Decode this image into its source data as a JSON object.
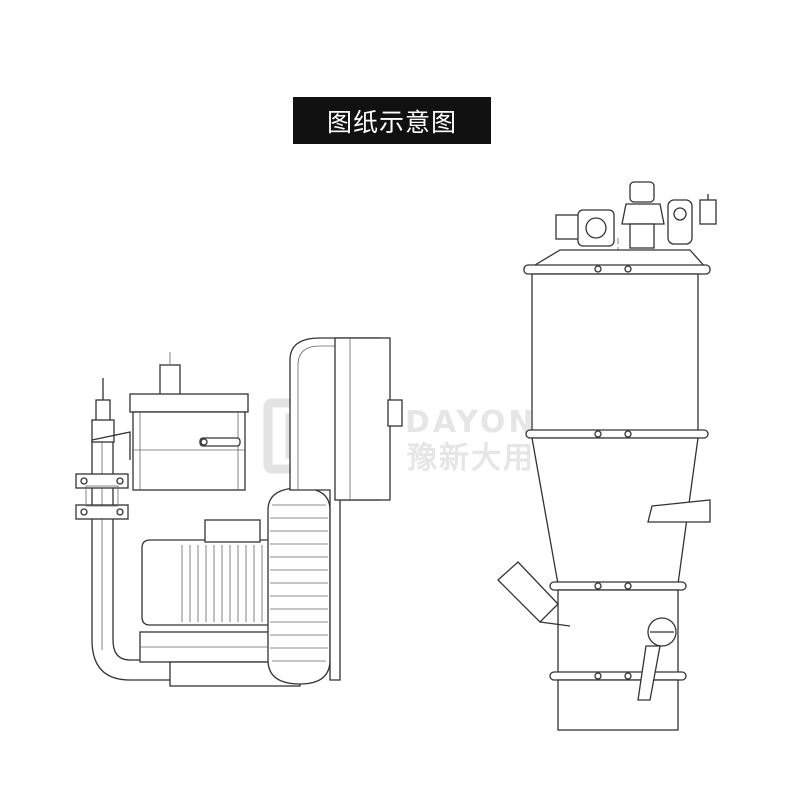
{
  "title": "图纸示意图",
  "watermark": {
    "brand_en": "DAYONG",
    "brand_cn": "豫新大用",
    "logo_icon": "dayong-logo-icon",
    "color": "#e3e3e3"
  },
  "figures": {
    "left": "vacuum-pump-unit",
    "right": "vacuum-hopper-loader"
  },
  "colors": {
    "line": "#333333",
    "title_bg": "#111111",
    "title_text": "#ffffff"
  }
}
